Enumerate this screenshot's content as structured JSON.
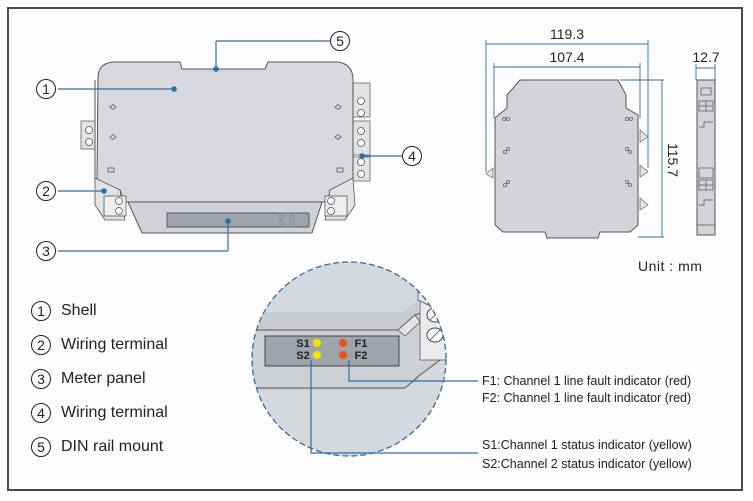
{
  "callouts": [
    "1",
    "2",
    "3",
    "4",
    "5"
  ],
  "legend": [
    {
      "num": "1",
      "label": "Shell"
    },
    {
      "num": "2",
      "label": "Wiring terminal"
    },
    {
      "num": "3",
      "label": "Meter panel"
    },
    {
      "num": "4",
      "label": "Wiring terminal"
    },
    {
      "num": "5",
      "label": "DIN rail mount"
    }
  ],
  "dimensions": {
    "overall_width": "119.3",
    "body_width": "107.4",
    "height": "115.7",
    "thickness": "12.7",
    "unit_label": "Unit : mm"
  },
  "indicators": {
    "labels": [
      "S1",
      "S2",
      "F1",
      "F2"
    ],
    "status_color": "#f2e600",
    "fault_color": "#e8501e"
  },
  "notes": {
    "fault": [
      "F1: Channel 1 line fault  indicator (red)",
      "F2: Channel 1 line fault indicator (red)"
    ],
    "status": [
      "S1:Channel 1 status indicator (yellow)",
      "S2:Channel 2 status indicator (yellow)"
    ]
  },
  "colors": {
    "leader": "#2f6fa8",
    "body": "#d7d9de",
    "outline": "#555555"
  }
}
